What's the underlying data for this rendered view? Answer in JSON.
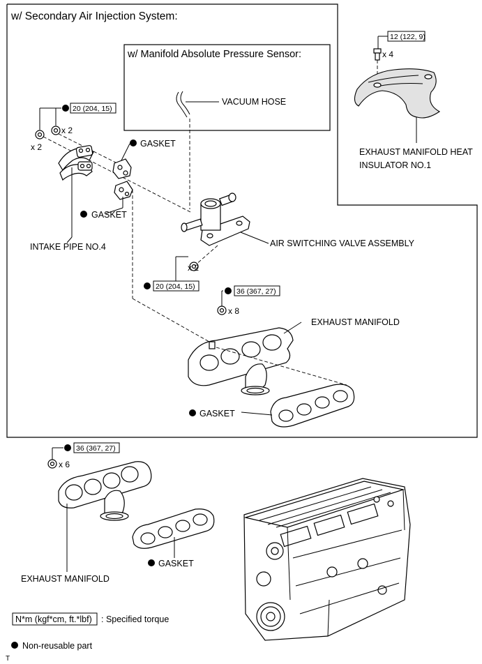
{
  "sections": {
    "secondary_air_header": "w/ Secondary Air Injection System:",
    "map_sensor_header": "w/ Manifold Absolute Pressure Sensor:"
  },
  "torques": {
    "heat_insulator_bolt": "12 (122, 9)",
    "intake_pipe_nut": "20 (204, 15)",
    "air_switching_valve_nut": "20 (204, 15)",
    "exhaust_manifold_nut_sai": "36 (367, 27)",
    "exhaust_manifold_nut_std": "36 (367, 27)"
  },
  "counts": {
    "heat_insulator_bolts": "x 4",
    "intake_pipe_nuts_top": "x 2",
    "intake_pipe_nuts_side": "x 2",
    "air_switching_valve_nuts": "x 2",
    "exhaust_manifold_nuts_sai": "x 8",
    "exhaust_manifold_nuts_std": "x 6"
  },
  "labels": {
    "vacuum_hose": "VACUUM HOSE",
    "heat_insulator_line1": "EXHAUST MANIFOLD HEAT",
    "heat_insulator_line2": "INSULATOR NO.1",
    "gasket_upper": "GASKET",
    "gasket_lower": "GASKET",
    "intake_pipe": "INTAKE PIPE NO.4",
    "air_switching_valve": "AIR SWITCHING VALVE ASSEMBLY",
    "exhaust_manifold_sai": "EXHAUST MANIFOLD",
    "gasket_exhaust_sai": "GASKET",
    "exhaust_manifold_std": "EXHAUST MANIFOLD",
    "gasket_exhaust_std": "GASKET"
  },
  "legend": {
    "torque_box": "N*m (kgf*cm, ft.*lbf)",
    "torque_text": ": Specified torque",
    "nonreusable_text": "Non-reusable part"
  },
  "footer": {
    "code": "T"
  },
  "icons": [
    "non-reusable-dot-icon",
    "torque-box-icon",
    "nut-icon",
    "bolt-icon"
  ]
}
